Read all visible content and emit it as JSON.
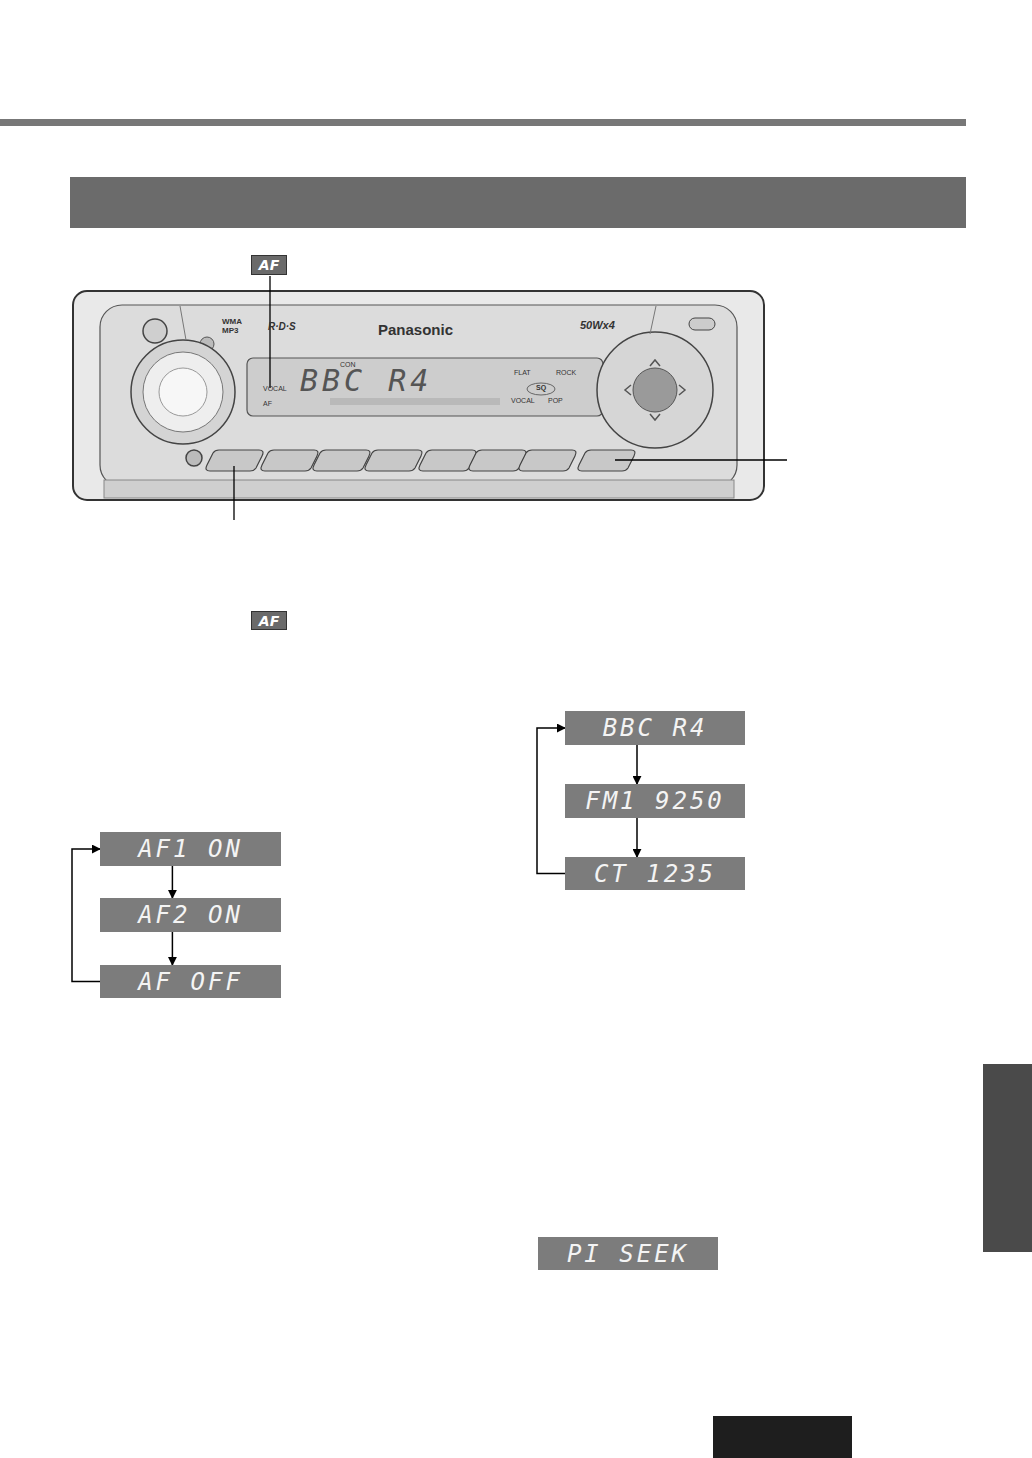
{
  "diagram": {
    "nodes": [
      {
        "text": [
          "AF"
        ]
      },
      {
        "text": [
          "AF"
        ]
      },
      {
        "text": [
          "AF1 ON"
        ]
      },
      {
        "text": [
          "AF2 ON"
        ]
      },
      {
        "text": [
          "AF OFF"
        ]
      },
      {
        "text": [
          "BBC R4"
        ]
      },
      {
        "text": [
          "FM1 9250"
        ]
      },
      {
        "text": [
          "CT 1235"
        ]
      },
      {
        "text": [
          "PI SEEK"
        ]
      }
    ],
    "edges": [
      {
        "from": 2,
        "to": 3,
        "arrow": "to"
      },
      {
        "from": 3,
        "to": 4,
        "arrow": "to"
      },
      {
        "from": 4,
        "to": 2,
        "arrow": "to"
      },
      {
        "from": 5,
        "to": 6,
        "arrow": "to"
      },
      {
        "from": 6,
        "to": 7,
        "arrow": "to"
      },
      {
        "from": 7,
        "to": 5,
        "arrow": "to"
      }
    ],
    "labels": [
      "WMA",
      "MP3",
      "R·D·S",
      "Panasonic",
      "50Wx4",
      "CON",
      "VOCAL",
      "AF",
      "BBC R4",
      "FLAT",
      "ROCK",
      "SQ",
      "VOCAL",
      "POP"
    ]
  }
}
